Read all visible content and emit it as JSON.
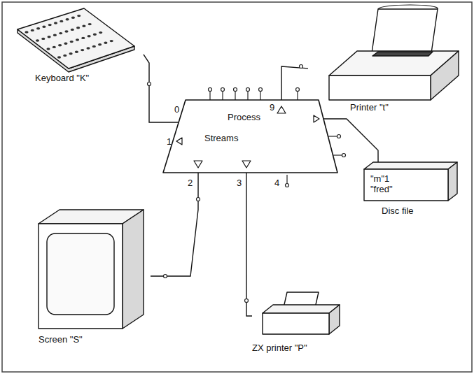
{
  "diagram": {
    "nodes": [
      {
        "text": [
          "Keyboard \"K\""
        ]
      },
      {
        "text": [
          "Process",
          "Streams"
        ]
      },
      {
        "text": [
          "Printer \"t\""
        ]
      },
      {
        "text": [
          "\"m\"1 \"fred\"",
          "Disc file"
        ]
      },
      {
        "text": [
          "Screen \"S\""
        ]
      },
      {
        "text": [
          "ZX printer \"P\""
        ]
      }
    ],
    "edges": [
      {
        "from": 0,
        "to": 1,
        "arrow": "none"
      },
      {
        "from": 1,
        "to": 2,
        "arrow": "none"
      },
      {
        "from": 1,
        "to": 3,
        "arrow": "none"
      },
      {
        "from": 1,
        "to": 4,
        "arrow": "none"
      },
      {
        "from": 1,
        "to": 5,
        "arrow": "none"
      }
    ],
    "labels": [
      "0",
      "1",
      "2",
      "3",
      "4",
      "9"
    ]
  }
}
